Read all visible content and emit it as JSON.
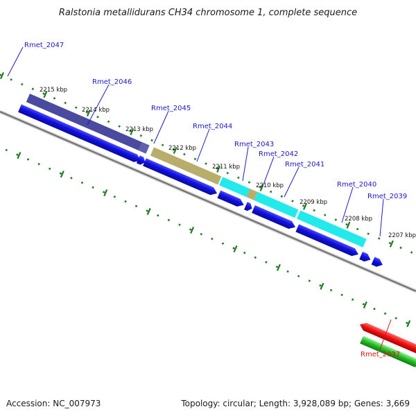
{
  "title": "Ralstonia metallidurans CH34 chromosome 1, complete sequence",
  "footer": {
    "accession": "Accession: NC_007973",
    "summary": "Topology: circular; Length: 3,928,089 bp; Genes: 3,669"
  },
  "colors": {
    "backbone": "#808080",
    "ticks": "#1e7a1e",
    "gene_label": "#1a1acc",
    "highlight_label": "#dd1111",
    "cds_forward": "#1010e0",
    "cds_reverse_highlight": "#ee1111",
    "cds_green": "#22bb22",
    "cog_gray": "#b8b8b8",
    "cog_purple": "#4a4aa0",
    "cog_olive": "#b8ad6a",
    "cog_cyan": "#22eaea"
  },
  "kbp_ticks": [
    "2215 kbp",
    "2214 kbp",
    "2213 kbp",
    "2212 kbp",
    "2211 kbp",
    "2210 kbp",
    "2209 kbp",
    "2208 kbp",
    "2207 kbp"
  ],
  "genes": [
    {
      "name": "Rmet_2047",
      "color": "gene_label"
    },
    {
      "name": "Rmet_2046",
      "color": "gene_label"
    },
    {
      "name": "Rmet_2045",
      "color": "gene_label"
    },
    {
      "name": "Rmet_2044",
      "color": "gene_label"
    },
    {
      "name": "Rmet_2043",
      "color": "gene_label"
    },
    {
      "name": "Rmet_2042",
      "color": "gene_label"
    },
    {
      "name": "Rmet_2041",
      "color": "gene_label"
    },
    {
      "name": "Rmet_2040",
      "color": "gene_label"
    },
    {
      "name": "Rmet_2039",
      "color": "gene_label"
    },
    {
      "name": "Rmet_2037",
      "color": "highlight_label"
    }
  ]
}
